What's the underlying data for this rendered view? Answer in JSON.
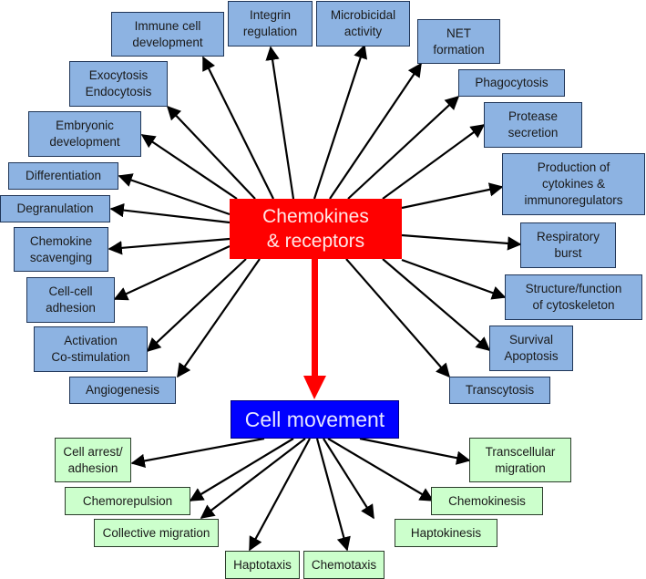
{
  "diagram": {
    "center": {
      "label": "Chemokines\n&  receptors",
      "color": "#ff0000"
    },
    "movement": {
      "label": "Cell movement",
      "color": "#0000ff"
    },
    "functions": [
      {
        "id": "immune-cell-development",
        "label": "Immune cell\ndevelopment"
      },
      {
        "id": "integrin-regulation",
        "label": "Integrin\nregulation"
      },
      {
        "id": "microbicidal-activity",
        "label": "Microbicidal\nactivity"
      },
      {
        "id": "net-formation",
        "label": "NET\nformation"
      },
      {
        "id": "phagocytosis",
        "label": "Phagocytosis"
      },
      {
        "id": "protease-secretion",
        "label": "Protease\nsecretion"
      },
      {
        "id": "production-of-cytokines",
        "label": "Production of\ncytokines &\nimmunoregulators"
      },
      {
        "id": "respiratory-burst",
        "label": "Respiratory\nburst"
      },
      {
        "id": "structure-function-cytoskeleton",
        "label": "Structure/function\nof cytoskeleton"
      },
      {
        "id": "survival-apoptosis",
        "label": "Survival\nApoptosis"
      },
      {
        "id": "transcytosis",
        "label": "Transcytosis"
      },
      {
        "id": "angiogenesis",
        "label": "Angiogenesis"
      },
      {
        "id": "activation-co-stimulation",
        "label": "Activation\nCo-stimulation"
      },
      {
        "id": "cell-cell-adhesion",
        "label": "Cell-cell\nadhesion"
      },
      {
        "id": "chemokine-scavenging",
        "label": "Chemokine\nscavenging"
      },
      {
        "id": "degranulation",
        "label": "Degranulation"
      },
      {
        "id": "differentiation",
        "label": "Differentiation"
      },
      {
        "id": "embryonic-development",
        "label": "Embryonic\ndevelopment"
      },
      {
        "id": "exocytosis-endocytosis",
        "label": "Exocytosis\nEndocytosis"
      }
    ],
    "movement_types": [
      {
        "id": "cell-arrest-adhesion",
        "label": "Cell arrest/\nadhesion"
      },
      {
        "id": "chemorepulsion",
        "label": "Chemorepulsion"
      },
      {
        "id": "collective-migration",
        "label": "Collective migration"
      },
      {
        "id": "haptotaxis",
        "label": "Haptotaxis"
      },
      {
        "id": "chemotaxis",
        "label": "Chemotaxis"
      },
      {
        "id": "haptokinesis",
        "label": "Haptokinesis"
      },
      {
        "id": "chemokinesis",
        "label": "Chemokinesis"
      },
      {
        "id": "transcellular-migration",
        "label": "Transcellular\nmigration"
      }
    ],
    "colors": {
      "function_box": "#8db3e2",
      "movement_box": "#ccffcc",
      "arrow": "#000000",
      "main_arrow": "#ff0000"
    }
  }
}
